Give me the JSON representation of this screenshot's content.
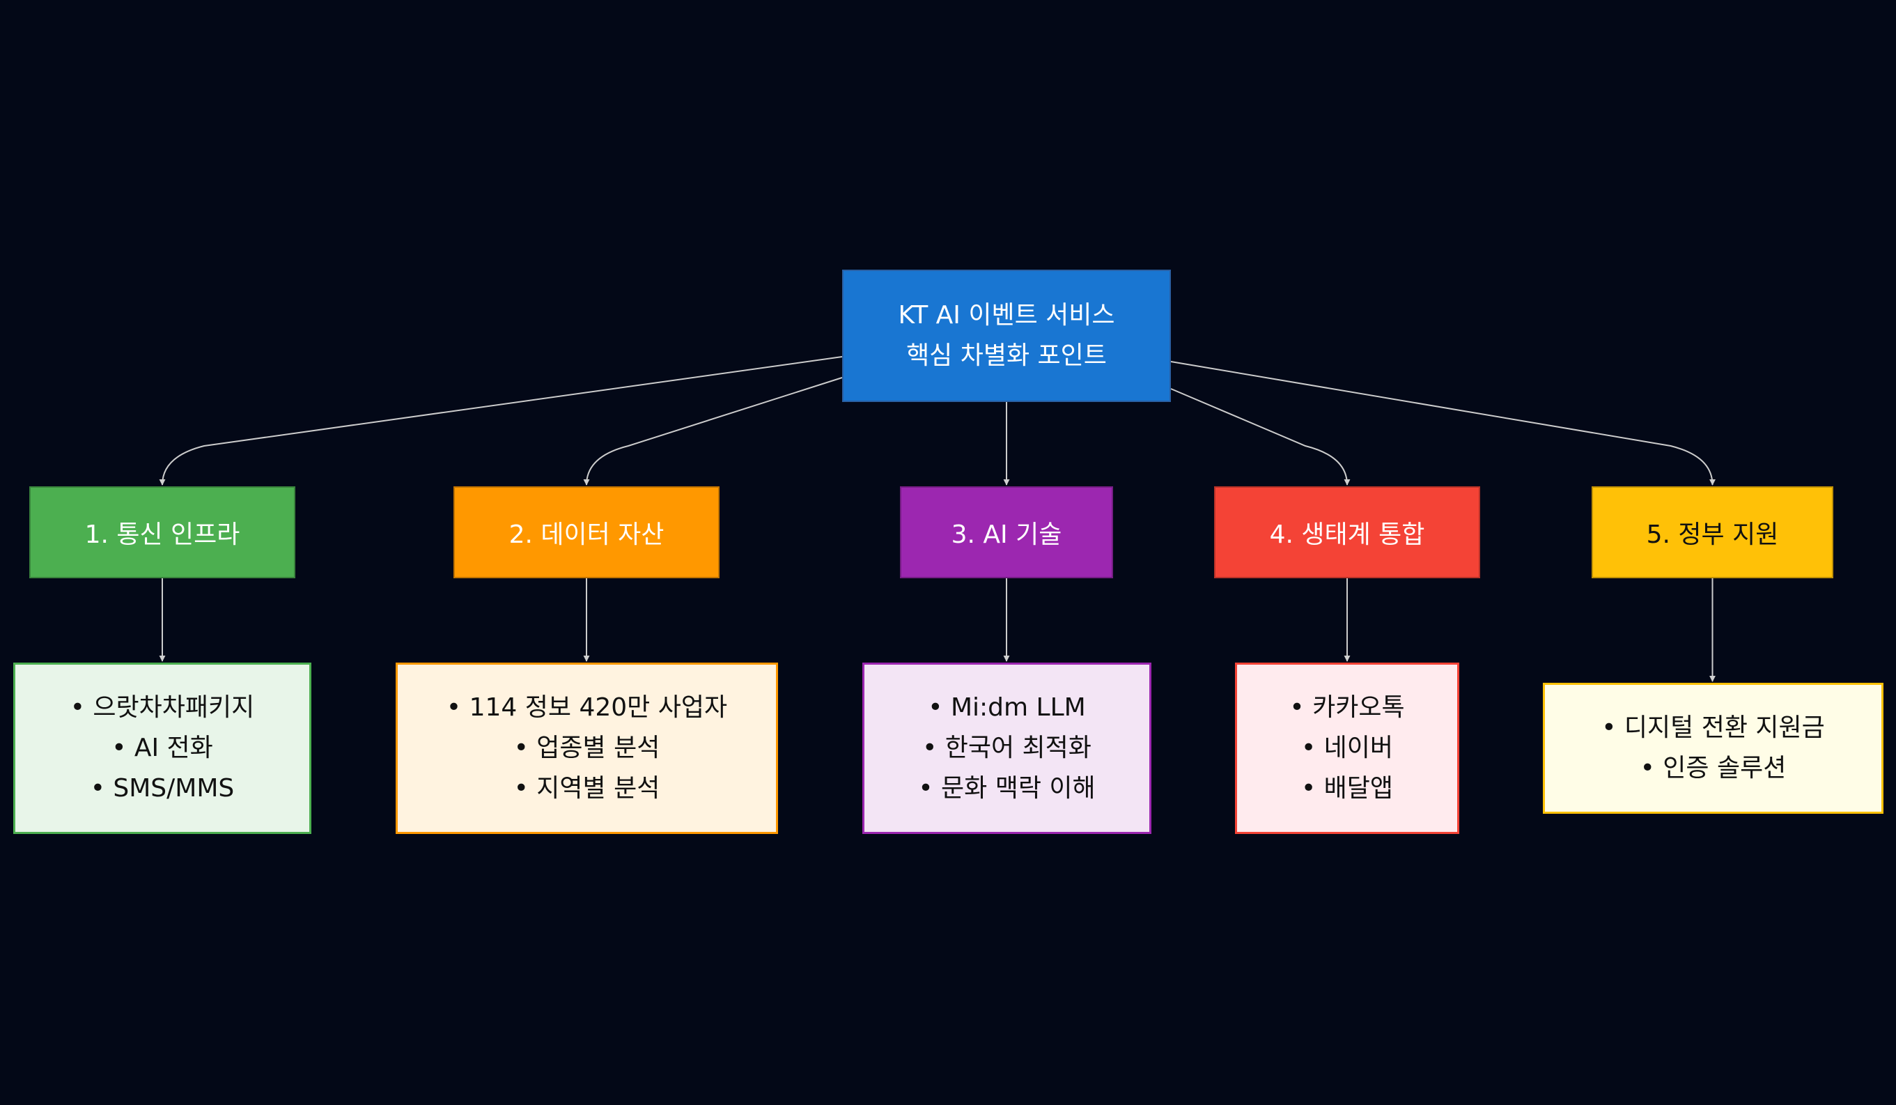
{
  "root": {
    "lines": [
      "KT AI 이벤트 서비스",
      "핵심 차별화 포인트"
    ],
    "color": "#1976d2"
  },
  "categories": [
    {
      "label": "1. 통신 인프라",
      "color": "#4caf50",
      "detail_bg": "#e8f5e9",
      "detail_border": "#4caf50",
      "items": [
        "• 으랏차차패키지",
        "• AI 전화",
        "• SMS/MMS"
      ]
    },
    {
      "label": "2. 데이터 자산",
      "color": "#ff9800",
      "detail_bg": "#fff3e0",
      "detail_border": "#ff9800",
      "items": [
        "• 114 정보 420만 사업자",
        "• 업종별 분석",
        "• 지역별 분석"
      ]
    },
    {
      "label": "3. AI 기술",
      "color": "#9c27b0",
      "detail_bg": "#f3e5f5",
      "detail_border": "#9c27b0",
      "items": [
        "• Mi:dm LLM",
        "• 한국어 최적화",
        "• 문화 맥락 이해"
      ]
    },
    {
      "label": "4. 생태계 통합",
      "color": "#f44336",
      "detail_bg": "#ffebee",
      "detail_border": "#f44336",
      "items": [
        "• 카카오톡",
        "• 네이버",
        "• 배달앱"
      ]
    },
    {
      "label": "5. 정부 지원",
      "color": "#ffc107",
      "detail_bg": "#fffde7",
      "detail_border": "#ffc107",
      "items": [
        "• 디지털 전환 지원금",
        "• 인증 솔루션"
      ]
    }
  ],
  "edge_color": "#cccccc"
}
